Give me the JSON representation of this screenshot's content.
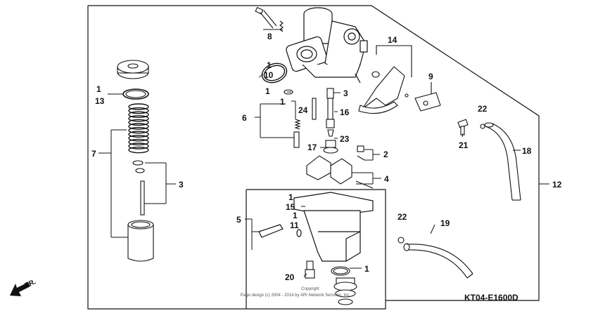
{
  "diagram": {
    "part_code": "KT04-E1600D",
    "direction_label": "FR.",
    "copyright_line1": "Copyright",
    "copyright_line2": "Page design (c) 2004 - 2014 by ARI Network Services, Inc.",
    "callouts": [
      {
        "id": "c1a",
        "text": "1"
      },
      {
        "id": "c10",
        "text": "10"
      },
      {
        "id": "c8",
        "text": "8"
      },
      {
        "id": "c14",
        "text": "14"
      },
      {
        "id": "c9",
        "text": "9"
      },
      {
        "id": "c1b",
        "text": "1"
      },
      {
        "id": "c13",
        "text": "13"
      },
      {
        "id": "c1c",
        "text": "1"
      },
      {
        "id": "c1d",
        "text": "1"
      },
      {
        "id": "c3a",
        "text": "3"
      },
      {
        "id": "c6",
        "text": "6"
      },
      {
        "id": "c24",
        "text": "24"
      },
      {
        "id": "c16",
        "text": "16"
      },
      {
        "id": "c22a",
        "text": "22"
      },
      {
        "id": "c21",
        "text": "21"
      },
      {
        "id": "c18",
        "text": "18"
      },
      {
        "id": "c23",
        "text": "23"
      },
      {
        "id": "c17",
        "text": "17"
      },
      {
        "id": "c2",
        "text": "2"
      },
      {
        "id": "c7",
        "text": "7"
      },
      {
        "id": "c4",
        "text": "4"
      },
      {
        "id": "c3b",
        "text": "3"
      },
      {
        "id": "c12",
        "text": "12"
      },
      {
        "id": "c1e",
        "text": "1"
      },
      {
        "id": "c15",
        "text": "15"
      },
      {
        "id": "c5",
        "text": "5"
      },
      {
        "id": "c1f",
        "text": "1"
      },
      {
        "id": "c11",
        "text": "11"
      },
      {
        "id": "c22b",
        "text": "22"
      },
      {
        "id": "c19",
        "text": "19"
      },
      {
        "id": "c1g",
        "text": "1"
      },
      {
        "id": "c20",
        "text": "20"
      }
    ]
  }
}
